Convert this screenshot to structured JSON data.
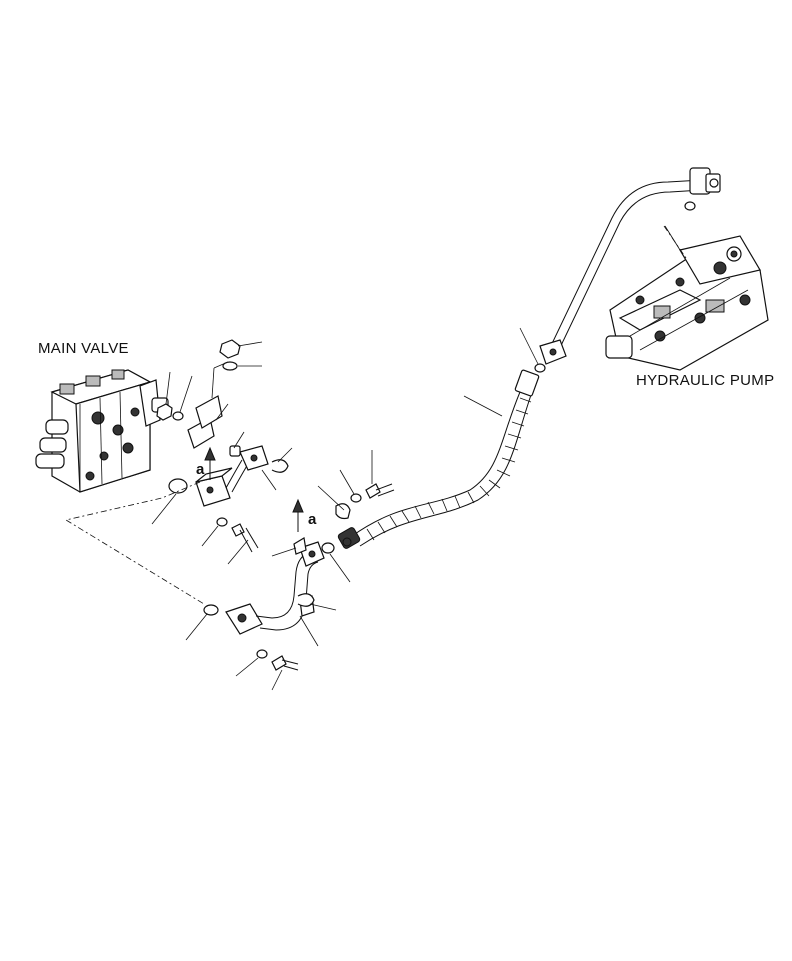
{
  "labels": {
    "main_valve": "MAIN VALVE",
    "hydraulic_pump": "HYDRAULIC PUMP",
    "section_mark_left": "a",
    "section_mark_center": "a"
  },
  "colors": {
    "line": "#111111",
    "background": "#ffffff"
  },
  "icons": {
    "main_valve": "valve-block-drawing",
    "hydraulic_pump": "pump-drawing",
    "hose": "spiral-wrapped-hose",
    "tube": "steel-tube",
    "o_ring": "o-ring",
    "bolt": "hex-bolt",
    "washer": "washer",
    "flange": "split-flange",
    "arrow": "up-arrow"
  }
}
